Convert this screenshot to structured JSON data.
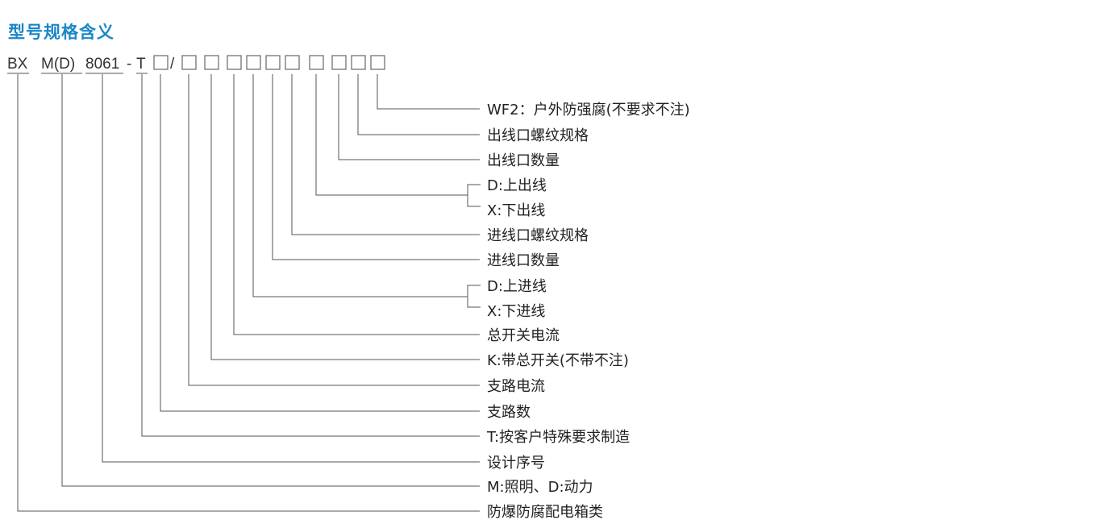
{
  "title": "型号规格含义",
  "code_parts": [
    "BX",
    "M(D)",
    "8061",
    "-",
    "T",
    "/"
  ],
  "items": [
    "WF2：户外防强腐(不要求不注)",
    "出线口螺纹规格",
    "出线口数量",
    "D:上出线",
    "X:下出线",
    "进线口螺纹规格",
    "进线口数量",
    "D:上进线",
    "X:下进线",
    "总开关电流",
    "K:带总开关(不带不注)",
    "支路电流",
    "支路数",
    "T:按客户特殊要求制造",
    "设计序号",
    "M:照明、D:动力",
    "防爆防腐配电箱类"
  ]
}
